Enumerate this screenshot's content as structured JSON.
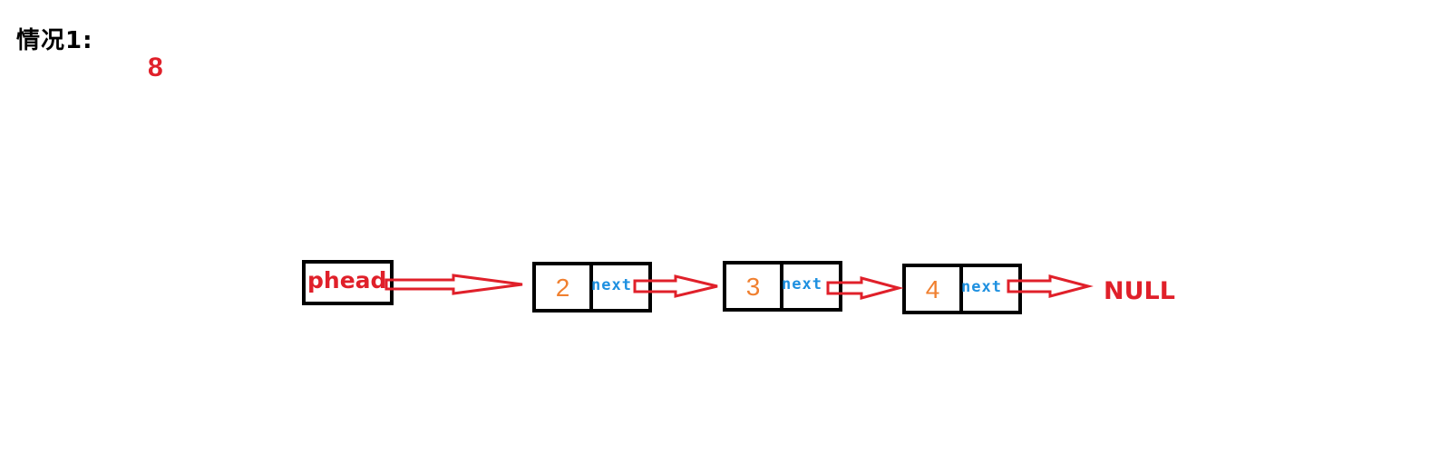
{
  "heading": {
    "case_label": "情况1:",
    "new_node_value": "8"
  },
  "head_pointer": {
    "label": "phead"
  },
  "nodes": [
    {
      "data": "2",
      "pointer_label": "next"
    },
    {
      "data": "3",
      "pointer_label": "next"
    },
    {
      "data": "4",
      "pointer_label": "next"
    }
  ],
  "terminal": {
    "label": "NULL"
  },
  "colors": {
    "arrow": "#e0202a",
    "node_value": "#f08030",
    "pointer_label": "#1e90e0",
    "labels_red": "#e0202a",
    "box_border": "#000000"
  }
}
